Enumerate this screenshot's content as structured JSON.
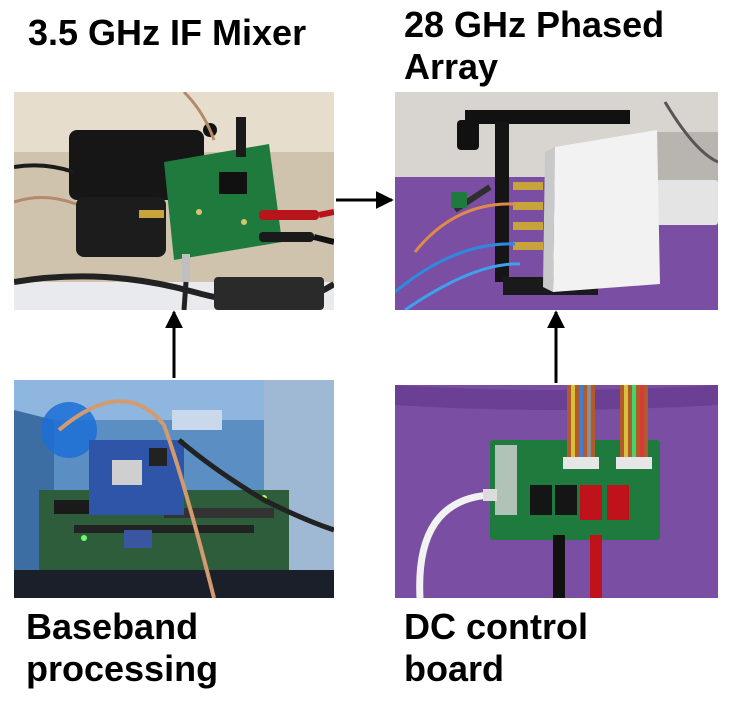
{
  "labels": {
    "if_mixer": "3.5 GHz IF Mixer",
    "phased_array": "28 GHz Phased\nArray",
    "baseband": "Baseband\nprocessing",
    "dc_control": "DC control\nboard"
  },
  "colors": {
    "text": "#000000",
    "arrow": "#000000",
    "pcb_green": "#1f7a3e",
    "purple_cloth": "#7a4fa3",
    "foam_black": "#1a1a1a",
    "table_wood": "#d9cdb8",
    "chassis_blue": "#2f8fd8"
  }
}
